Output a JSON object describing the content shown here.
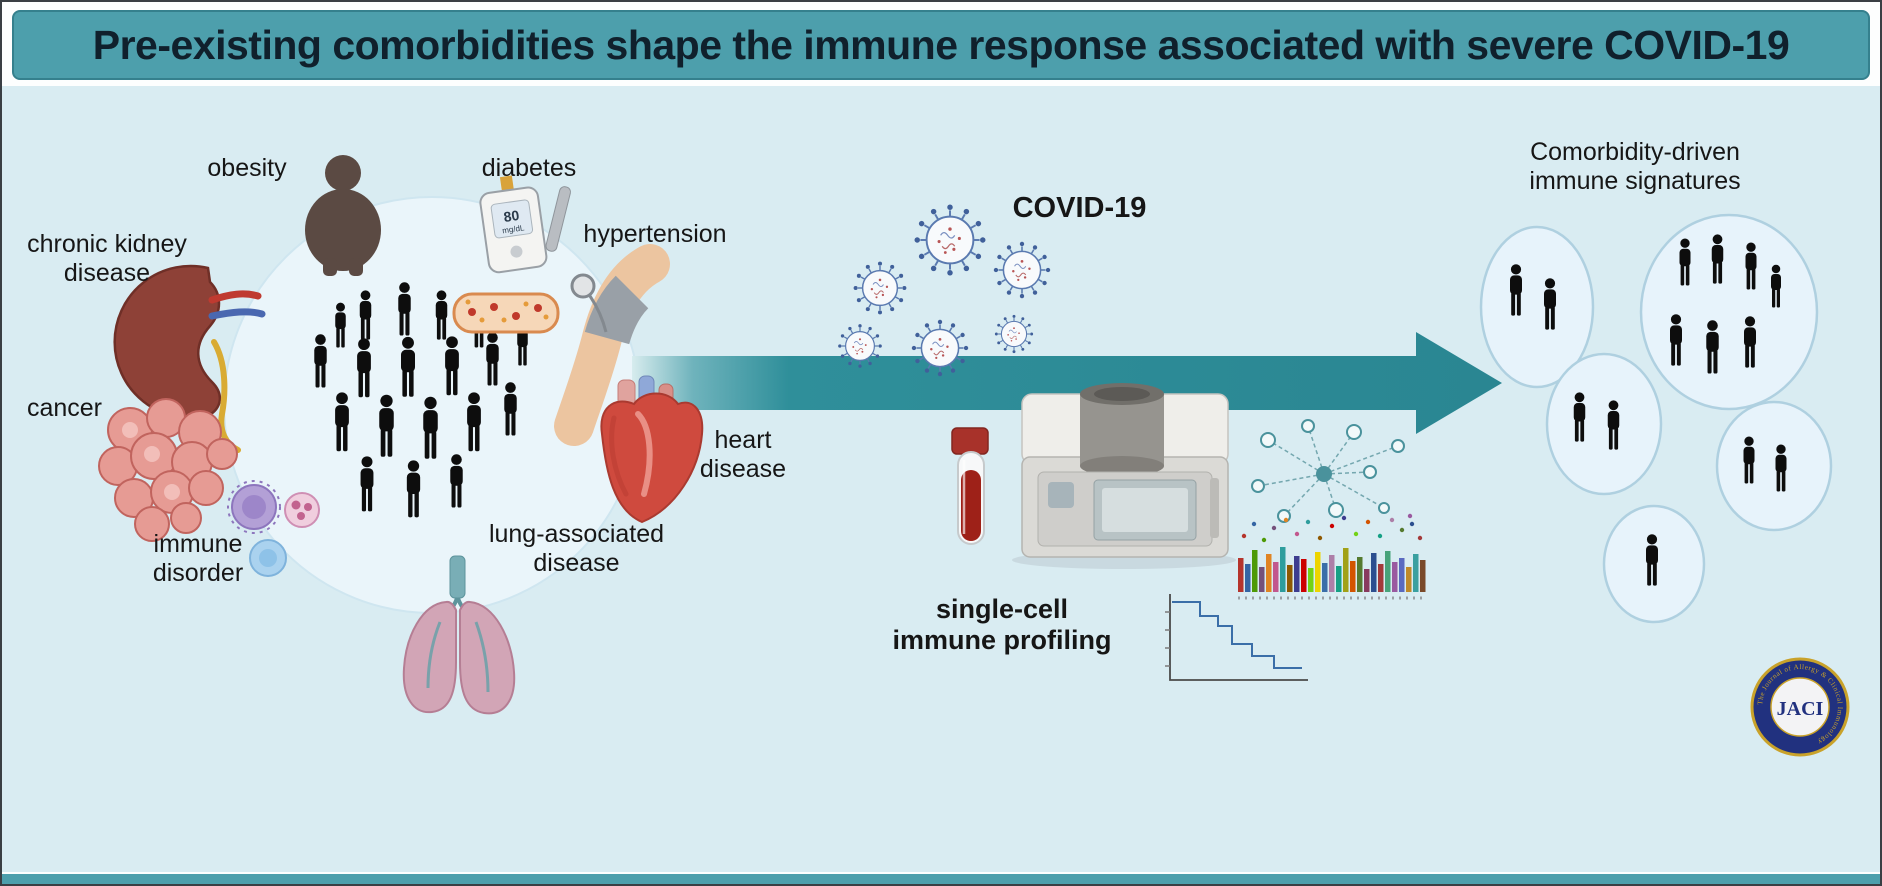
{
  "title": "Pre-existing comorbidities shape the immune response associated with severe COVID-19",
  "labels": {
    "obesity": {
      "text": "obesity"
    },
    "diabetes": {
      "text": "diabetes"
    },
    "hypertension": {
      "text": "hypertension"
    },
    "chronic_kidney": {
      "line1": "chronic kidney",
      "line2": "disease"
    },
    "cancer": {
      "text": "cancer"
    },
    "immune_disorder": {
      "line1": "immune",
      "line2": "disorder"
    },
    "lung_disease": {
      "line1": "lung-associated",
      "line2": "disease"
    },
    "heart_disease": {
      "line1": "heart",
      "line2": "disease"
    }
  },
  "center": {
    "covid": "COVID-19",
    "profiling": {
      "line1": "single-cell",
      "line2": "immune profiling"
    }
  },
  "right_panel": {
    "heading": {
      "line1": "Comorbidity-driven",
      "line2": "immune signatures"
    }
  },
  "diabetes_meter": {
    "value": "80",
    "unit": "mg/dL"
  },
  "logo": {
    "acronym": "JACI",
    "ring_text": "The Journal of Allergy & Clinical Immunology"
  },
  "icons": [
    "obese-person-icon",
    "glucose-meter-icon",
    "blood-vessel-icon",
    "blood-pressure-arm-icon",
    "kidney-icon",
    "cancer-cells-icon",
    "immune-cells-icon",
    "lungs-icon",
    "heart-icon",
    "crowd-icon",
    "virus-icon",
    "blood-tube-icon",
    "sequencing-machine-icon",
    "network-plot-icon",
    "stacked-bar-plot-icon",
    "survival-curve-icon",
    "patient-group-icon",
    "journal-logo-icon"
  ],
  "colors": {
    "banner_teal": "#4d9fac",
    "title_text": "#10202c",
    "background_blue": "#d9ecf2",
    "arrow_teal": "#2e8d99",
    "figure_black": "#0d0d0d",
    "group_ellipse_fill": "#e7f3fb",
    "group_ellipse_stroke": "#afd0e0",
    "logo_navy": "#21317f",
    "logo_gold": "#c9a22a"
  }
}
